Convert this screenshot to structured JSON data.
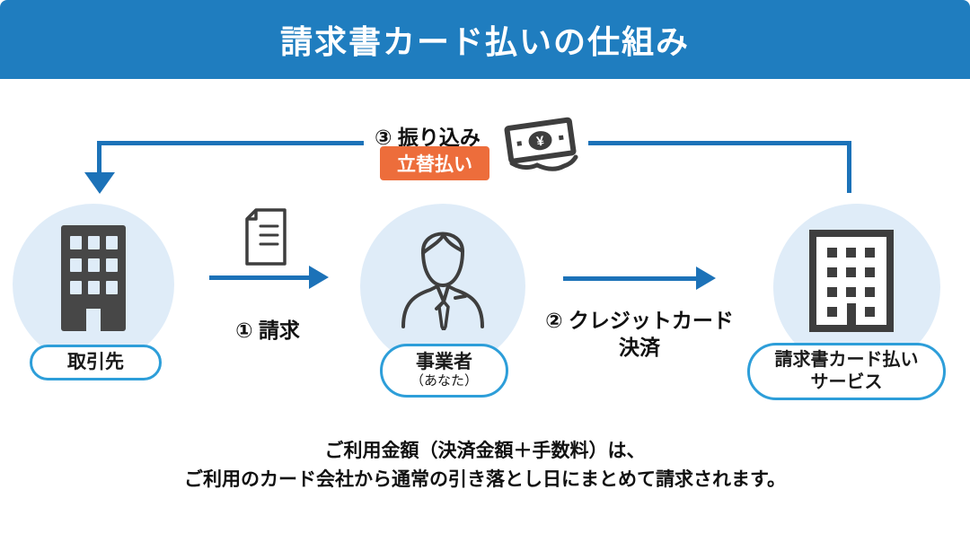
{
  "header": {
    "title": "請求書カード払いの仕組み",
    "bg_color": "#1f7dbf"
  },
  "colors": {
    "arrow_blue": "#1c72b8",
    "pill_border_blue": "#2d9ed9",
    "badge_orange": "#ed6d3b",
    "circle_light_blue": "#dfecf8",
    "icon_dark_gray": "#3e3e3e"
  },
  "steps": {
    "step1": {
      "label": "① 請求",
      "icon": "document-icon"
    },
    "step2": {
      "label_line1": "② クレジットカード",
      "label_line2": "決済"
    },
    "step3": {
      "label": "③ 振り込み",
      "badge": "立替払い",
      "icon": "money-icon"
    }
  },
  "entities": {
    "supplier": {
      "label": "取引先",
      "icon": "building-solid-icon"
    },
    "business": {
      "label": "事業者",
      "sublabel": "（あなた）",
      "icon": "person-icon"
    },
    "service": {
      "label_line1": "請求書カード払い",
      "label_line2": "サービス",
      "icon": "building-outline-icon"
    }
  },
  "icons": {
    "yen_symbol": "¥"
  },
  "footer": {
    "line1": "ご利用金額（決済金額＋手数料）は、",
    "line2": "ご利用のカード会社から通常の引き落とし日にまとめて請求されます。"
  }
}
